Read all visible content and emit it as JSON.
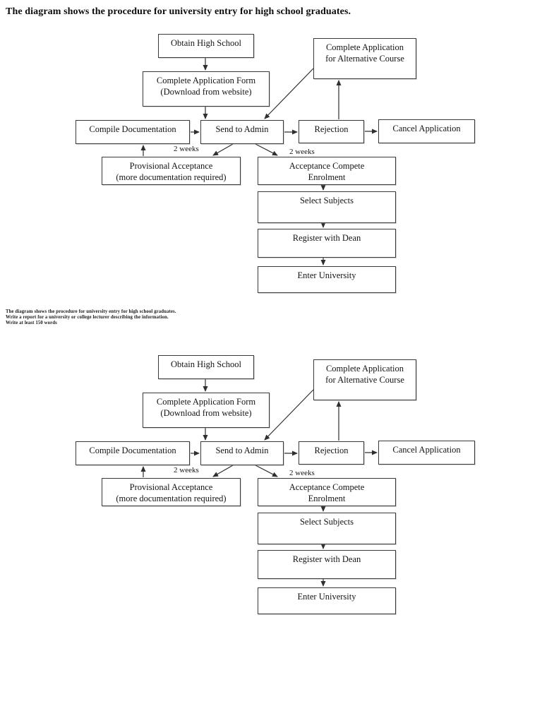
{
  "page": {
    "title": "The diagram shows the procedure for university entry for high school graduates."
  },
  "instructions": {
    "line1": "The diagram shows the procedure for university entry for high school graduates.",
    "line2": "Write a report for a university or college lecturer describing the information.",
    "line3": "Write at least 150 words"
  },
  "flowchart": {
    "nodes": [
      {
        "id": "obtain",
        "label": "Obtain High School"
      },
      {
        "id": "form",
        "label": "Complete Application Form\n(Download from website)"
      },
      {
        "id": "alt",
        "label": "Complete Application\nfor Alternative Course"
      },
      {
        "id": "compile",
        "label": "Compile Documentation"
      },
      {
        "id": "send",
        "label": "Send to Admin"
      },
      {
        "id": "reject",
        "label": "Rejection"
      },
      {
        "id": "cancel",
        "label": "Cancel Application"
      },
      {
        "id": "provisional",
        "label": "Provisional Acceptance\n(more documentation required)"
      },
      {
        "id": "acceptance",
        "label": "Acceptance Compete\nEnrolment"
      },
      {
        "id": "select",
        "label": "Select Subjects"
      },
      {
        "id": "register",
        "label": "Register with Dean"
      },
      {
        "id": "enter",
        "label": "Enter University"
      }
    ],
    "edges": [
      {
        "from": "obtain",
        "to": "form"
      },
      {
        "from": "form",
        "to": "send"
      },
      {
        "from": "compile",
        "to": "send"
      },
      {
        "from": "send",
        "to": "reject"
      },
      {
        "from": "reject",
        "to": "cancel"
      },
      {
        "from": "alt",
        "to": "send"
      },
      {
        "from": "reject",
        "to": "alt"
      },
      {
        "from": "send",
        "to": "provisional",
        "label": "2 weeks"
      },
      {
        "from": "provisional",
        "to": "compile"
      },
      {
        "from": "send",
        "to": "acceptance",
        "label": "2 weeks"
      },
      {
        "from": "acceptance",
        "to": "select"
      },
      {
        "from": "select",
        "to": "register"
      },
      {
        "from": "register",
        "to": "enter"
      }
    ]
  },
  "colors": {
    "line": "#2f2f2f",
    "box_border": "#3a3a3a",
    "text": "#141414",
    "background": "#ffffff"
  }
}
